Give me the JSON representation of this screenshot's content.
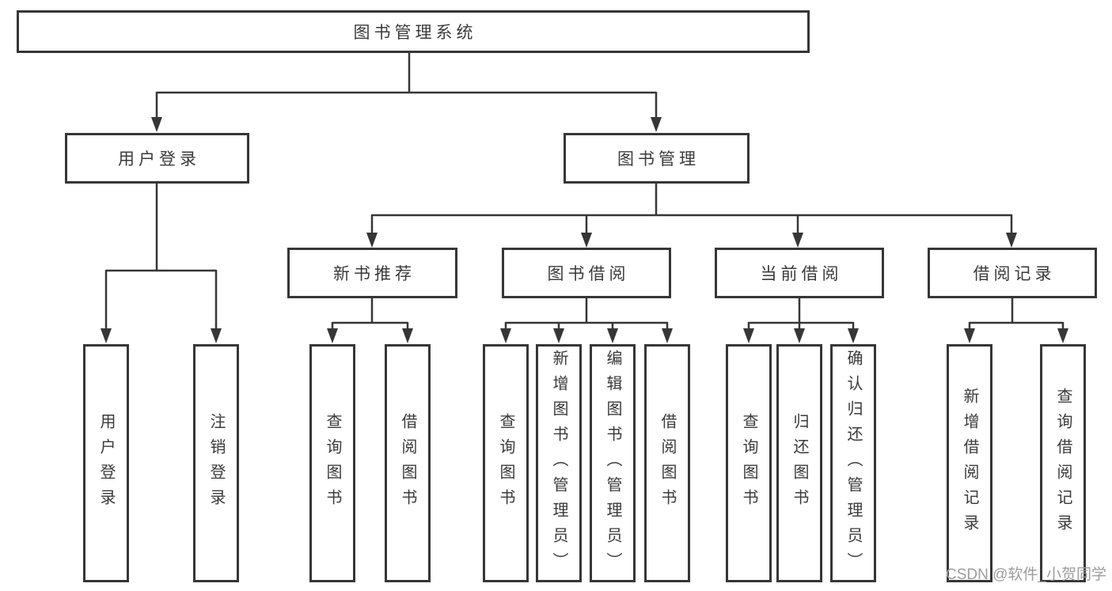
{
  "title": "图书管理系统",
  "level2": {
    "user_login": "用户登录",
    "book_mgmt": "图书管理"
  },
  "level3": {
    "new_books": "新书推荐",
    "book_borrow": "图书借阅",
    "current_borrow": "当前借阅",
    "borrow_records": "借阅记录"
  },
  "leaves": [
    "用户登录",
    "注销登录",
    "查询图书",
    "借阅图书",
    "查询图书",
    "新增图书（管理员）",
    "编辑图书（管理员）",
    "借阅图书",
    "查询图书",
    "归还图书",
    "确认归还（管理员）",
    "新增借阅记录",
    "查询借阅记录"
  ],
  "watermark": "CSDN @软件_小贺同学",
  "colors": {
    "line": "#363636",
    "box_background": "#ffffff",
    "text": "#3a3a3a",
    "watermark": "#9c9c9c"
  }
}
